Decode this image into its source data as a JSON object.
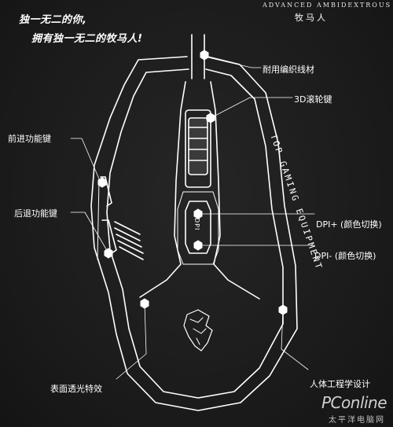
{
  "slogans": {
    "line1": "独一无二的你,",
    "line2": "拥有独一无二的牧马人!"
  },
  "brand": {
    "english": "ADVANCED AMBIDEXTROUS",
    "chinese": "牧马人"
  },
  "body_text": "TOP GAMING EQUIPMENT",
  "dpi_label": "DPI",
  "labels": {
    "cable": "耐用编织线材",
    "scroll_wheel": "3D滚轮键",
    "forward_key": "前进功能键",
    "back_key": "后退功能键",
    "dpi_plus": "DPI+ (颜色切换)",
    "dpi_minus": "DPI- (颜色切换)",
    "surface": "表面透光特效",
    "ergonomic": "人体工程学设计"
  },
  "watermark": {
    "main": "PConline",
    "sub": "太平洋电脑网"
  },
  "colors": {
    "background": "#1b1b1b",
    "line": "#ffffff"
  }
}
